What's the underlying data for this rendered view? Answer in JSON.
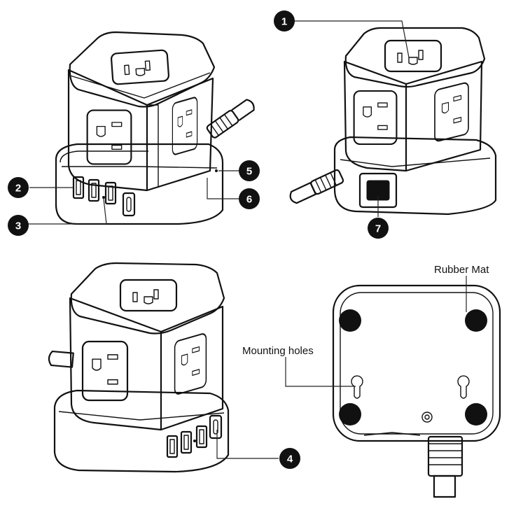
{
  "callouts": [
    {
      "num": "1"
    },
    {
      "num": "2"
    },
    {
      "num": "3"
    },
    {
      "num": "4"
    },
    {
      "num": "5"
    },
    {
      "num": "6"
    },
    {
      "num": "7"
    }
  ],
  "labels": {
    "rubber_mat": "Rubber Mat",
    "mounting_holes": "Mounting holes"
  },
  "colors": {
    "callout_fill": "#111111",
    "line": "#111111",
    "background": "#ffffff"
  }
}
